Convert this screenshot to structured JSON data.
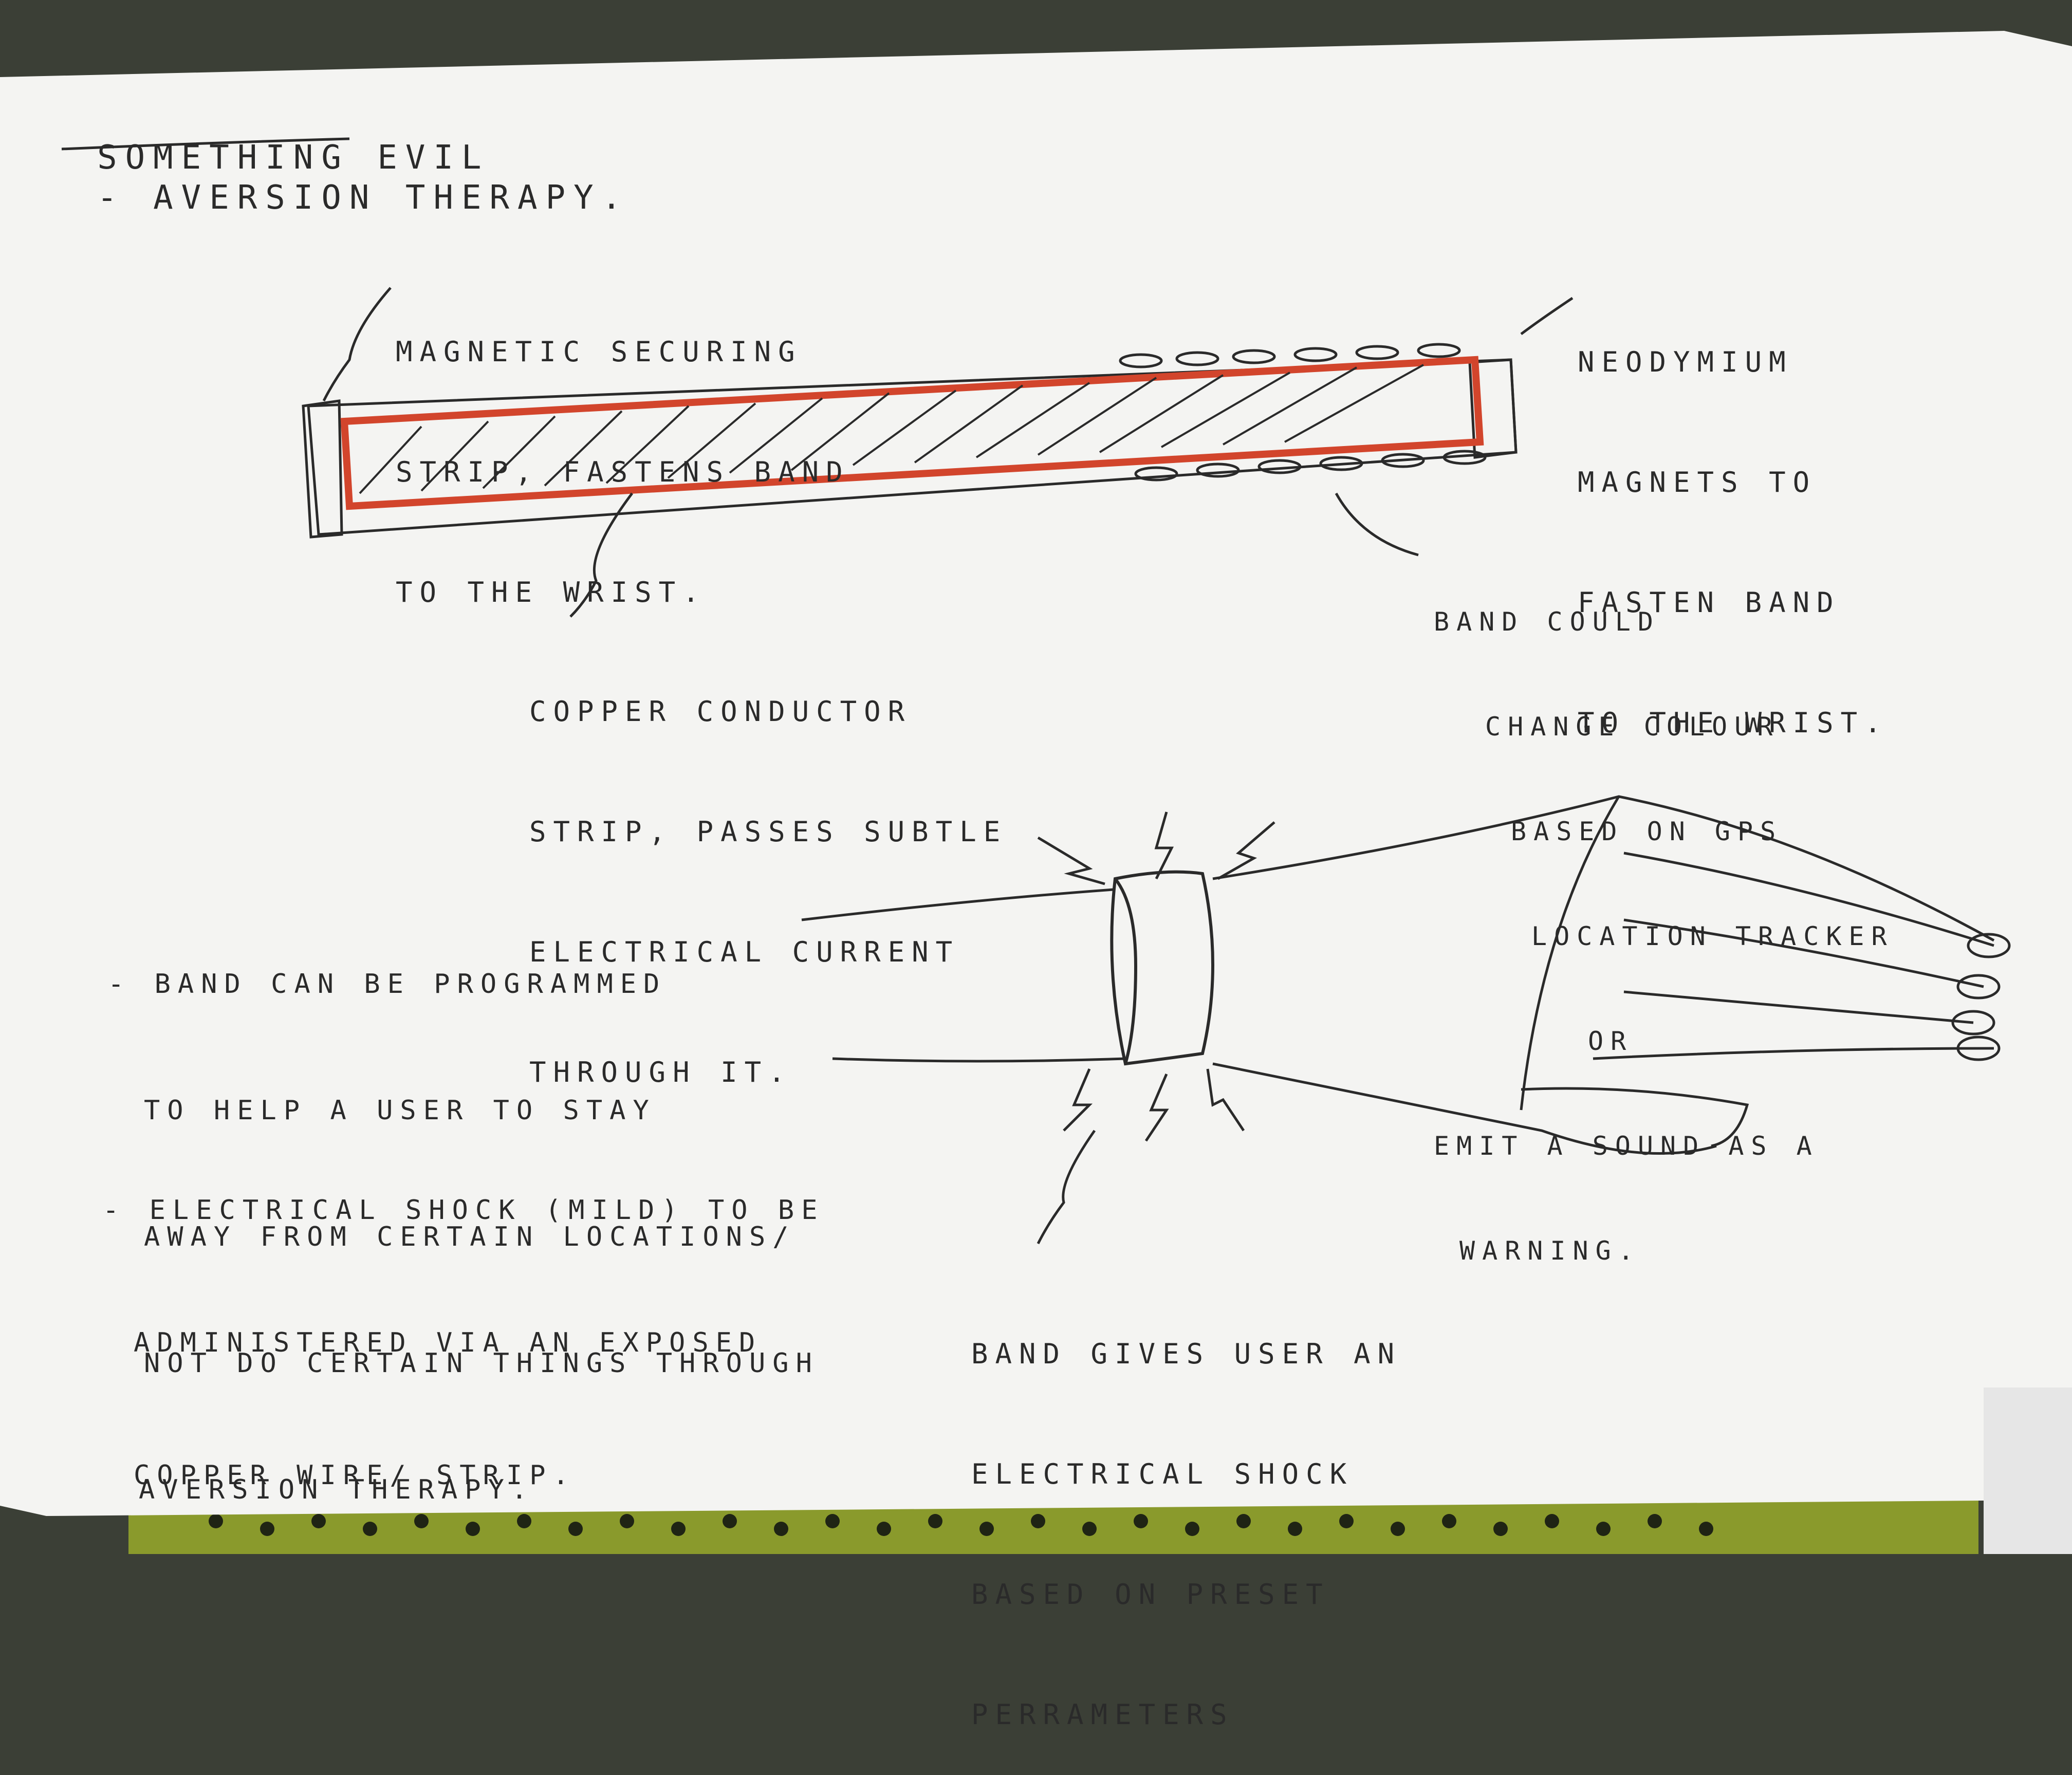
{
  "sketch": {
    "title": "SOMETHING EVIL",
    "subtitle": "- AVERSION THERAPY.",
    "annotations": {
      "magnetic_strip": [
        "MAGNETIC SECURING",
        "STRIP, FASTENS BAND",
        "TO THE WRIST."
      ],
      "neodymium": [
        "NEODYMIUM",
        "MAGNETS TO",
        "FASTEN BAND",
        "TO THE WRIST."
      ],
      "copper_strip": [
        "COPPER CONDUCTOR",
        "STRIP, PASSES SUBTLE",
        "ELECTRICAL CURRENT",
        "THROUGH IT."
      ],
      "band_colour": [
        "BAND COULD",
        "CHANGE COLOUR",
        "BASED ON GPS",
        "LOCATION TRACKER",
        "OR",
        "EMIT A SOUND AS A",
        "WARNING."
      ],
      "programmed": [
        "- BAND CAN BE PROGRAMMED",
        "TO HELP A USER TO STAY",
        "AWAY FROM CERTAIN LOCATIONS/",
        "NOT DO CERTAIN THINGS THROUGH",
        "AVERSION THERAPY."
      ],
      "shock_admin": [
        "- ELECTRICAL SHOCK (MILD) TO BE",
        "ADMINISTERED VIA AN EXPOSED",
        "COPPER WIRE/ STRIP."
      ],
      "band_shock": [
        "BAND GIVES USER AN",
        "ELECTRICAL SHOCK",
        "BASED ON PRESET",
        "PERRAMETERS"
      ]
    }
  },
  "colors": {
    "background": "#3b3f36",
    "paper": "#f4f4f2",
    "ink": "#2a2a2a",
    "copper": "#d2452c",
    "basket_green": "#8a9a2c"
  }
}
